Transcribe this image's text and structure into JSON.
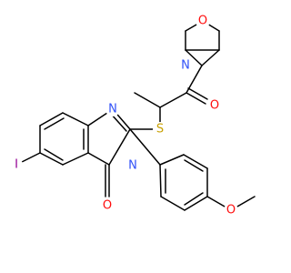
{
  "structure": {
    "atoms": [
      {
        "symbol": "O",
        "color": "#ff0d0d"
      },
      {
        "symbol": "N",
        "color": "#3050f8"
      },
      {
        "symbol": "O",
        "color": "#ff0d0d"
      },
      {
        "symbol": "S",
        "color": "#c8a000"
      },
      {
        "symbol": "N",
        "color": "#3050f8"
      },
      {
        "symbol": "N",
        "color": "#3050f8"
      },
      {
        "symbol": "I",
        "color": "#940094"
      },
      {
        "symbol": "O",
        "color": "#ff0d0d"
      },
      {
        "symbol": "O",
        "color": "#ff0d0d"
      }
    ],
    "bond_color": "#000000"
  }
}
